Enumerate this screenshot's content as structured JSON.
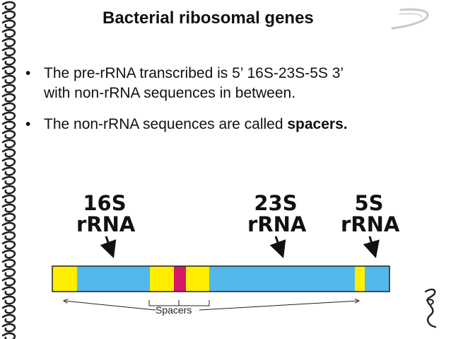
{
  "slide": {
    "title": "Bacterial ribosomal genes",
    "bullets": [
      {
        "marker": "•",
        "line1": "The pre-rRNA  transcribed is 5’ 16S-23S-5S 3’",
        "line2": "with non-rRNA sequences in between."
      },
      {
        "marker": "•",
        "text": "The non-rRNA sequences are called ",
        "bold": "spacers."
      }
    ]
  },
  "diagram": {
    "labels": [
      {
        "line1": "16S",
        "line2": "rRNA"
      },
      {
        "line1": "23S",
        "line2": "rRNA"
      },
      {
        "line1": "5S",
        "line2": "rRNA"
      }
    ],
    "spacers_label": "Spacers",
    "colors": {
      "rrna": "#53b8ea",
      "spacer": "#ffee00",
      "trna": "#d6176a",
      "outline": "#222222"
    }
  }
}
